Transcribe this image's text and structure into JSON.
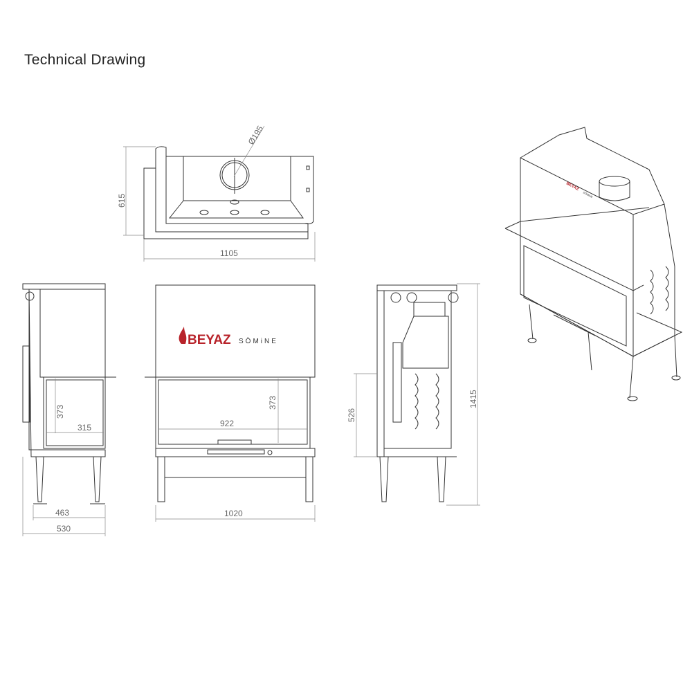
{
  "title": "Technical Drawing",
  "brand": {
    "name": "BEYAZ",
    "sub": "SÖMiNE",
    "color": "#b8232a"
  },
  "dimensions": {
    "top_view": {
      "depth": "615",
      "width": "1105",
      "flue_diameter": "Ø195"
    },
    "left_view": {
      "glass_height": "373",
      "glass_width": "315",
      "base_depth": "463",
      "total_depth": "530"
    },
    "front_view": {
      "glass_width": "922",
      "glass_height": "373",
      "total_width": "1020"
    },
    "right_view": {
      "opening_height": "526",
      "total_height": "1415"
    }
  }
}
